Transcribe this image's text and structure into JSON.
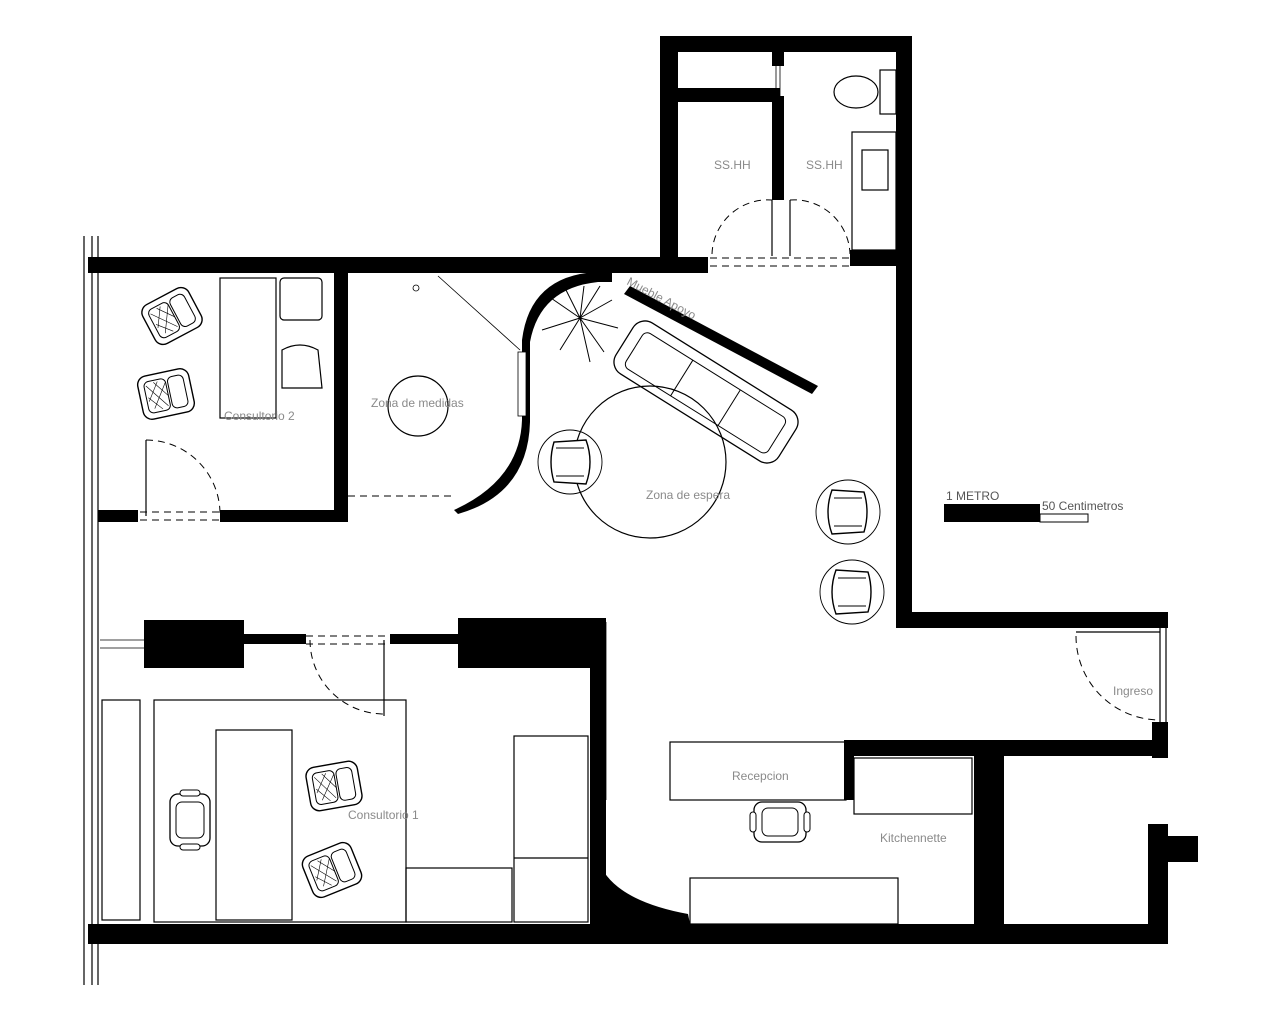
{
  "rooms": {
    "bano_1": "SS.HH",
    "bano_2": "SS.HH",
    "consultorio_2": "Consultorio 2",
    "zona_medidas": "Zona de medidas",
    "zona_espera": "Zona de espera",
    "mueble": "Mueble Apoyo",
    "consultorio_1": "Consultorio 1",
    "recepcion": "Recepcion",
    "kitchennette": "Kitchennette",
    "ingreso": "Ingreso"
  },
  "scale": {
    "one_meter": "1 METRO",
    "fifty_cm": "50 Centimetros"
  },
  "colors": {
    "wall": "#000000",
    "label": "#8a8a8a",
    "background": "#ffffff"
  }
}
